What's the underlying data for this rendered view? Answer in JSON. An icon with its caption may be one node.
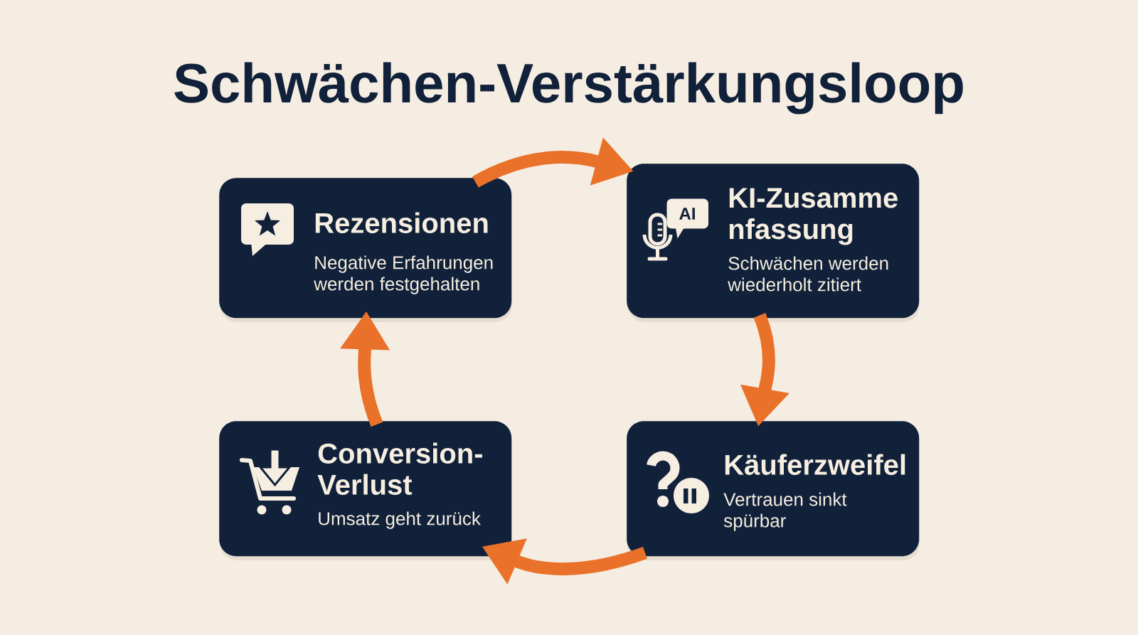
{
  "diagram": {
    "title": "Schwächen-Verstärkungsloop",
    "nodes": [
      {
        "text": [
          "Rezensionen",
          "Negative Erfahrungen werden festgehalten"
        ]
      },
      {
        "text": [
          "KI-Zusamme nfassung",
          "Schwächen werden wiederholt zitiert"
        ]
      },
      {
        "text": [
          "Käuferzweifel",
          "Vertrauen sinkt spürbar"
        ]
      },
      {
        "text": [
          "Conversion- Verlust",
          "Umsatz geht zurück"
        ]
      }
    ],
    "edges": [
      {
        "from": 0,
        "to": 1,
        "arrow": "to"
      },
      {
        "from": 1,
        "to": 2,
        "arrow": "to"
      },
      {
        "from": 2,
        "to": 3,
        "arrow": "to"
      },
      {
        "from": 3,
        "to": 0,
        "arrow": "to"
      }
    ],
    "labels": [
      "AI"
    ]
  }
}
